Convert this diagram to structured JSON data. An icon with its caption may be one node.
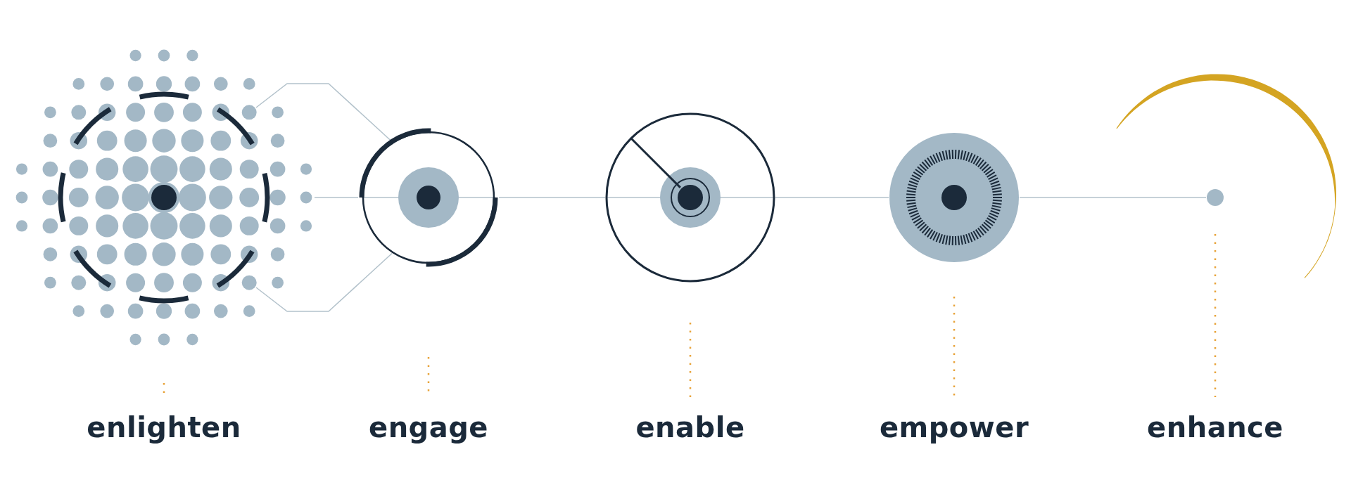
{
  "diagram": {
    "nodes": [
      {
        "text": [],
        "shape": "picture"
      },
      {
        "text": [],
        "shape": "picture"
      },
      {
        "text": [],
        "shape": "picture"
      },
      {
        "text": [],
        "shape": "picture"
      },
      {
        "text": [],
        "shape": "circle"
      }
    ],
    "edges": [
      {
        "from": 0,
        "to": 1,
        "arrow": "none"
      },
      {
        "from": 0,
        "to": 1,
        "arrow": "none"
      },
      {
        "from": 0,
        "to": 1,
        "arrow": "none"
      },
      {
        "from": 1,
        "to": 2,
        "arrow": "none"
      },
      {
        "from": 2,
        "to": 3,
        "arrow": "none"
      },
      {
        "from": 3,
        "to": 4,
        "arrow": "none"
      }
    ],
    "labels": [
      "enlighten",
      "engage",
      "enable",
      "empower",
      "enhance"
    ]
  }
}
